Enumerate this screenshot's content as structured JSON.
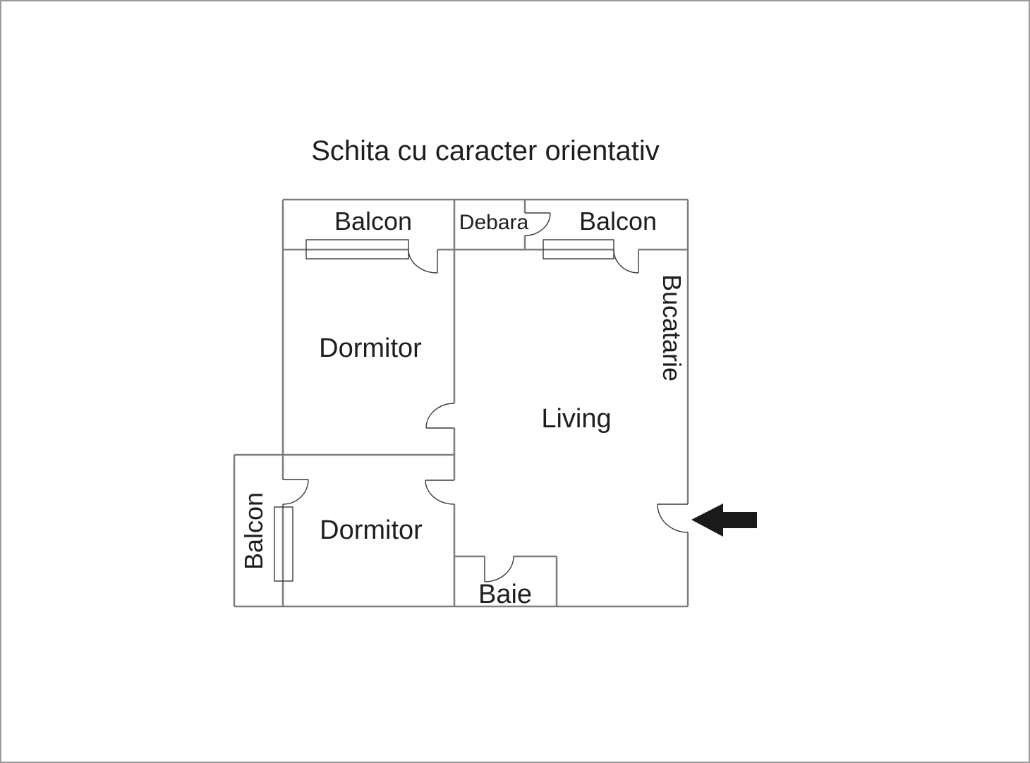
{
  "title": "Schita cu caracter orientativ",
  "rooms": {
    "balcon_top_left": "Balcon",
    "debara": "Debara",
    "balcon_top_right": "Balcon",
    "dormitor_top": "Dormitor",
    "bucatarie": "Bucatarie",
    "living": "Living",
    "balcon_left": "Balcon",
    "dormitor_bottom": "Dormitor",
    "baie": "Baie"
  },
  "icons": {
    "entrance_arrow": "entrance-arrow"
  },
  "colors": {
    "wall": "#7d7d7d",
    "line": "#3a3a3a",
    "arrow": "#1a1a1a",
    "text": "#1e1e1e",
    "border": "#9b9b9b",
    "background": "#ffffff"
  }
}
